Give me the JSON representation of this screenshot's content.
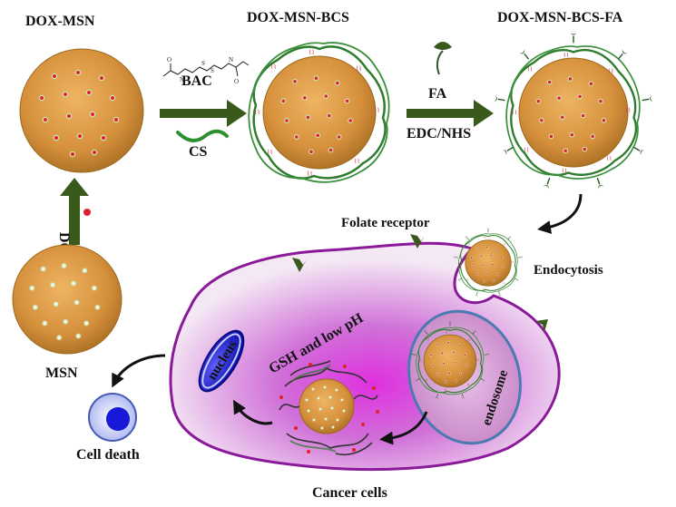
{
  "labels": {
    "dox_msn": "DOX-MSN",
    "dox_msn_bcs": "DOX-MSN-BCS",
    "dox_msn_bcs_fa": "DOX-MSN-BCS-FA",
    "msn": "MSN",
    "dox": "DOX",
    "bac": "BAC",
    "cs": "CS",
    "fa": "FA",
    "edc_nhs": "EDC/NHS",
    "folate_receptor": "Folate receptor",
    "endocytosis": "Endocytosis",
    "gsh_low_ph": "GSH and low pH",
    "nucleus": "nucleus",
    "endosome": "endosome",
    "cell_death": "Cell death",
    "cancer_cells": "Cancer cells"
  },
  "colors": {
    "particle_core": "#e2a24a",
    "particle_edge": "#9a6a1c",
    "drug_dot": "#e0202a",
    "pore_glow": "#d8f0c8",
    "polymer_green": "#2e7d2e",
    "arrow_green": "#3a5a1c",
    "cell_border": "#8a1a9a",
    "cell_fill": "#d070d8",
    "nucleus_blue": "#2a2ad0",
    "endosome_border": "#4a7ab0"
  }
}
